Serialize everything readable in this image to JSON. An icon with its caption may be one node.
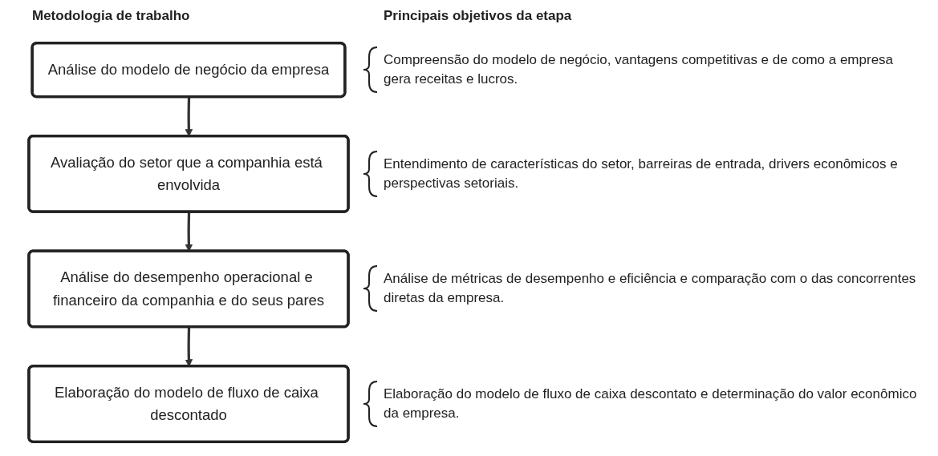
{
  "diagram": {
    "nodes": [
      {
        "text": [
          "Análise do modelo de negócio da empresa"
        ],
        "beside": [
          "Compreensão do modelo de negócio, vantagens competitivas e de como a empresa gera receitas e lucros."
        ]
      },
      {
        "text": [
          "Avaliação do setor que a companhia está envolvida"
        ],
        "beside": [
          "Entendimento de características do setor, barreiras de entrada, drivers econômicos e perspectivas setoriais."
        ]
      },
      {
        "text": [
          "Análise do desempenho operacional e financeiro da companhia e do seus pares"
        ],
        "beside": [
          "Análise de métricas de desempenho e eficiência e comparação com o das concorrentes diretas da empresa."
        ]
      },
      {
        "text": [
          "Elaboração do modelo de fluxo de caixa descontado"
        ],
        "beside": [
          "Elaboração do modelo de fluxo de caixa descontato e determinação do valor econômico da empresa."
        ]
      }
    ],
    "edges": [
      {
        "from": 0,
        "to": 1,
        "arrow": "to"
      },
      {
        "from": 1,
        "to": 2,
        "arrow": "to"
      },
      {
        "from": 2,
        "to": 3,
        "arrow": "to"
      }
    ],
    "labels": [
      "Metodologia de trabalho",
      "Principais objetivos da etapa"
    ]
  }
}
